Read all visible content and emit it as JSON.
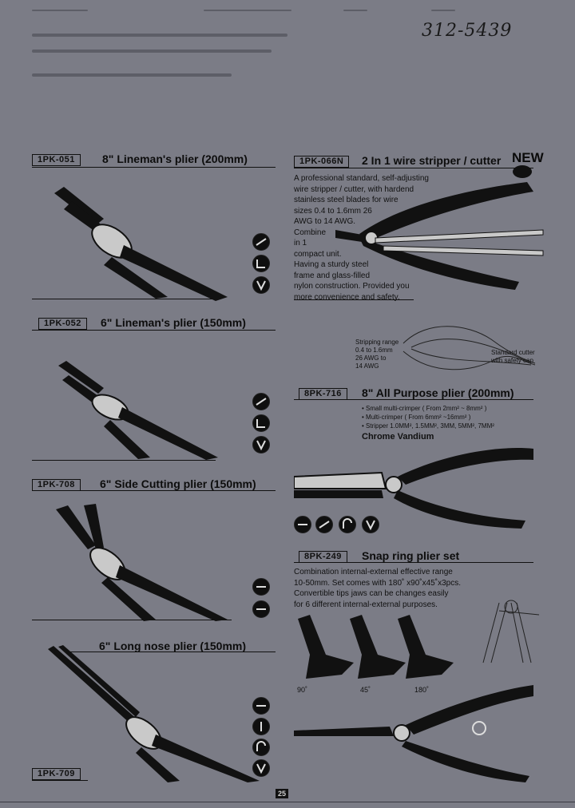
{
  "header": {
    "handwritten_number": "312-5439"
  },
  "products": [
    {
      "code": "1PK-051",
      "title": "8\" Lineman's plier (200mm)"
    },
    {
      "code": "1PK-052",
      "title": "6\" Lineman's plier (150mm)"
    },
    {
      "code": "1PK-708",
      "title": "6\" Side Cutting plier (150mm)"
    },
    {
      "code": "1PK-709",
      "title": "6\" Long nose plier (150mm)"
    },
    {
      "code": "1PK-066N",
      "title": "2 In 1 wire stripper / cutter",
      "badge": "NEW",
      "description": [
        "A professional standard, self-adjusting",
        "wire stripper / cutter, with hardend",
        "stainless steel blades for wire",
        "sizes 0.4 to 1.6mm 26",
        "AWG to 14 AWG.",
        "Combine",
        "in 1",
        "compact unit.",
        "Having a  sturdy steel",
        "frame  and glass-filled",
        "nylon construction. Provided you",
        "more convenience and safety."
      ],
      "diagram_labels": {
        "left": [
          "Stripping range",
          "0.4 to 1.6mm",
          "26 AWG to",
          "14 AWG"
        ],
        "right": [
          "Standard cutter",
          "with safety cap"
        ]
      }
    },
    {
      "code": "8PK-716",
      "title": "8\" All Purpose plier (200mm)",
      "specs": [
        "•  Small multi-crimper ( From 2mm² ~ 8mm² )",
        "•  Multi-crimper ( From 6mm² ~16mm² )",
        "•  Stripper 1.0MM², 1.5MM², 3MM, 5MM², 7MM²"
      ],
      "material": "Chrome Vandium"
    },
    {
      "code": "8PK-249",
      "title": "Snap ring plier set",
      "description": [
        "Combination internal-external effective range",
        "10-50mm. Set comes with 180˚ x90˚x45˚x3pcs.",
        "Convertible tips jaws can be changes easily",
        "for 6 different internal-external purposes."
      ],
      "tip_angles": [
        "90˚",
        "45˚",
        "180˚"
      ]
    }
  ],
  "footer": {
    "page_number": "25"
  },
  "colors": {
    "background": "#7b7c86",
    "ink": "#111111"
  }
}
